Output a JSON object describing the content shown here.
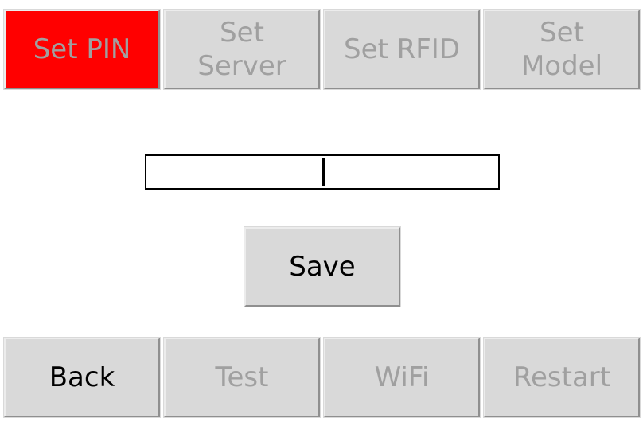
{
  "top_tabs": [
    {
      "label": "Set PIN",
      "state": "active"
    },
    {
      "label": "Set\nServer",
      "state": "disabled"
    },
    {
      "label": "Set RFID",
      "state": "disabled"
    },
    {
      "label": "Set\nModel",
      "state": "disabled"
    }
  ],
  "pin_field": {
    "value": "",
    "placeholder": ""
  },
  "save_label": "Save",
  "bottom_nav": [
    {
      "label": "Back",
      "state": "enabled"
    },
    {
      "label": "Test",
      "state": "disabled"
    },
    {
      "label": "WiFi",
      "state": "disabled"
    },
    {
      "label": "Restart",
      "state": "disabled"
    }
  ],
  "colors": {
    "active_tab": "#ff0000",
    "button_bg": "#d9d9d9",
    "disabled_text": "#a0a0a0",
    "enabled_text": "#000000"
  }
}
